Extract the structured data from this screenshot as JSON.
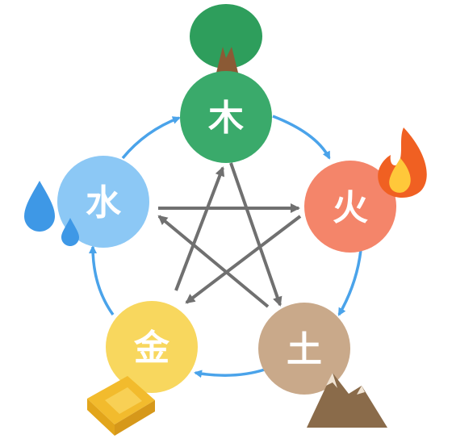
{
  "elements": [
    {
      "id": "wood",
      "char": "木",
      "color": "#3aaa6b",
      "icon": "tree-icon"
    },
    {
      "id": "fire",
      "char": "火",
      "color": "#f4856a",
      "icon": "flame-icon"
    },
    {
      "id": "earth",
      "char": "土",
      "color": "#c9a98a",
      "icon": "mountain-icon"
    },
    {
      "id": "metal",
      "char": "金",
      "color": "#f8d75e",
      "icon": "gold-ingot-icon"
    },
    {
      "id": "water",
      "char": "水",
      "color": "#8cc8f5",
      "icon": "water-drop-icon"
    }
  ],
  "generating_cycle": {
    "color": "#4aa3ea",
    "sequence": [
      "wood",
      "fire",
      "earth",
      "metal",
      "water"
    ]
  },
  "overcoming_cycle": {
    "color": "#707070",
    "sequence": [
      "wood",
      "earth",
      "water",
      "fire",
      "metal"
    ]
  }
}
